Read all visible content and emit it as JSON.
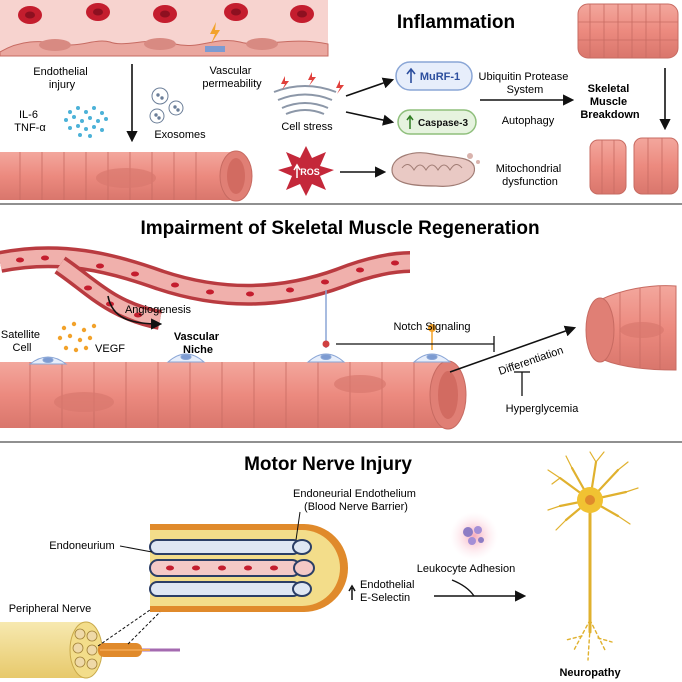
{
  "sections": {
    "inflammation": "Inflammation",
    "regeneration": "Impairment of Skeletal Muscle Regeneration",
    "nerve": "Motor Nerve Injury"
  },
  "inflammation": {
    "endothelial_injury": [
      "Endothelial",
      "injury"
    ],
    "vascular_permeability": [
      "Vascular",
      "permeability"
    ],
    "cytokines": [
      "IL-6",
      "TNF-α"
    ],
    "exosomes": "Exosomes",
    "cell_stress": "Cell stress",
    "murf": "MuRF-1",
    "caspase": "Caspase-3",
    "ups": [
      "Ubiquitin Protease",
      "System"
    ],
    "autophagy": "Autophagy",
    "breakdown": [
      "Skeletal",
      "Muscle",
      "Breakdown"
    ],
    "ros": "ROS",
    "mito": [
      "Mitochondrial",
      "dysfunction"
    ]
  },
  "regeneration": {
    "angiogenesis": "Angiogenesis",
    "vascular_niche": [
      "Vascular",
      "Niche"
    ],
    "satellite_cell": [
      "Satellite",
      "Cell"
    ],
    "vegf": "VEGF",
    "notch": "Notch Signaling",
    "differentiation": "Differentiation",
    "hyperglycemia": "Hyperglycemia"
  },
  "nerve": {
    "endoneurial_endothelium": [
      "Endoneurial Endothelium",
      "(Blood Nerve Barrier)"
    ],
    "endoneurium": "Endoneurium",
    "peripheral_nerve": "Peripheral Nerve",
    "leukocyte": "Leukocyte Adhesion",
    "eselectin": [
      "Endothelial",
      "E-Selectin"
    ],
    "neuropathy": "Neuropathy"
  },
  "colors": {
    "muscle": "#ec8a7f",
    "muscle_dark": "#d26b61",
    "rbc": "#c41d2e",
    "vessel": "#c8474b",
    "nerve_fiber": "#f3dd8a",
    "myelin": "#e08a2b",
    "neuron": "#f1c232",
    "pill_blue": "#e7eefb",
    "ros": "#c4283a"
  }
}
